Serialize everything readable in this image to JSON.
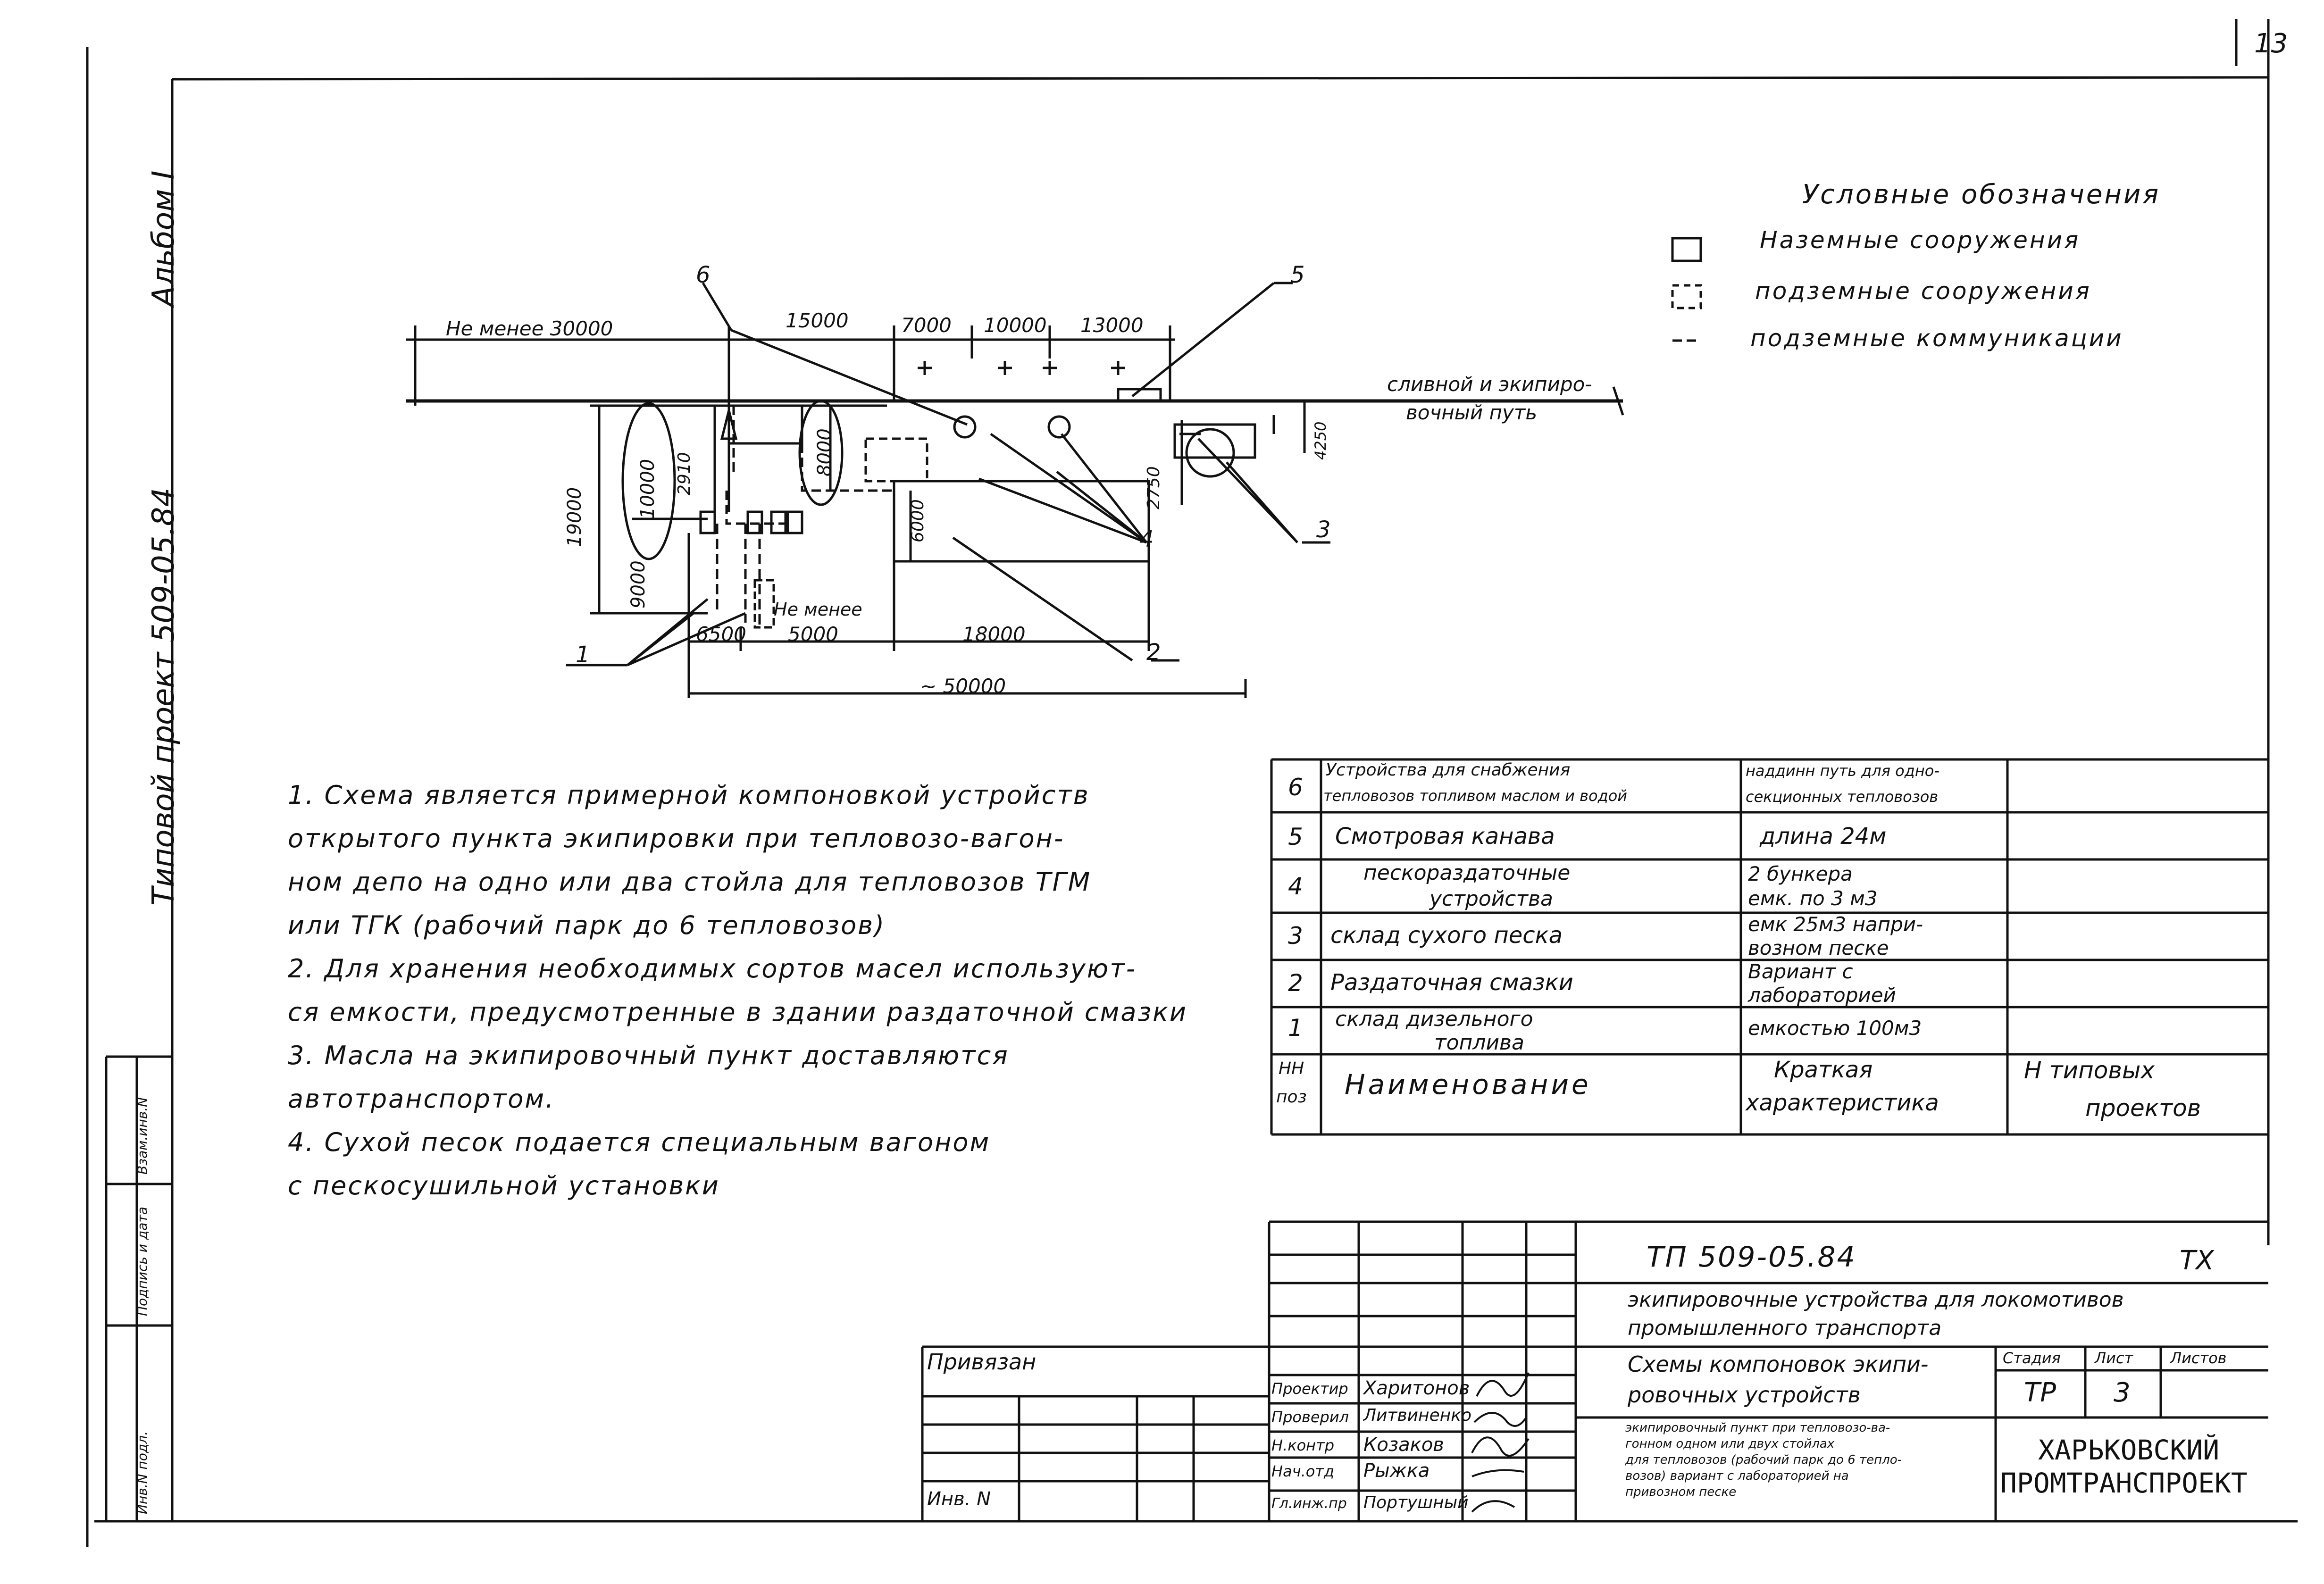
{
  "sheet": {
    "page_number": "13",
    "album_label": "Альбом I",
    "project_label": "Типовой проект 509-05.84"
  },
  "legend": {
    "title": "Условные обозначения",
    "items": [
      {
        "label": "Наземные сооружения"
      },
      {
        "label": "подземные сооружения"
      },
      {
        "label": "подземные коммуникации"
      }
    ]
  },
  "scheme": {
    "callouts": [
      "1",
      "2",
      "3",
      "4",
      "5",
      "6"
    ],
    "dims": {
      "not_less_30000": "Не менее 30000",
      "d15000": "15000",
      "d7000": "7000",
      "d10000": "10000",
      "d13000": "13000",
      "d19000": "19000",
      "d10000_oval": "10000",
      "d9000": "9000",
      "d2910": "2910",
      "d8000": "8000",
      "d6000": "6000",
      "d2750": "2750",
      "d4250": "4250",
      "d6500": "6500",
      "not_less_5000_label": "Не менее",
      "not_less_5000_value": "5000",
      "d18000": "18000",
      "approx_50000": "~ 50000"
    },
    "track_label_1": "сливной и экипиро-",
    "track_label_2": "вочный путь"
  },
  "notes": [
    "1. Схема является примерной компоновкой устройств",
    "открытого пункта экипировки при тепловозо-вагон-",
    "ном депо на одно или два стойла для тепловозов ТГМ",
    "или ТГК (рабочий парк до 6 тепловозов)",
    "2. Для хранения необходимых сортов масел используют-",
    "ся емкости, предусмотренные в здании раздаточной смазки",
    "3. Масла на экипировочный пункт доставляются",
    "автотранспортом.",
    "4. Сухой песок подается специальным вагоном",
    "с пескосушильной установки"
  ],
  "spec_table": {
    "header": {
      "pos_1": "НН",
      "pos_2": "поз",
      "name": "Наименование",
      "char_1": "Краткая",
      "char_2": "характеристика",
      "proj_1": "Н типовых",
      "proj_2": "проектов"
    },
    "rows": [
      {
        "pos": "6",
        "name_1": "Устройства для снабжения",
        "name_2": "тепловозов топливом маслом и водой",
        "char_1": "наддинн путь для одно-",
        "char_2": "секционных тепловозов",
        "proj": ""
      },
      {
        "pos": "5",
        "name_1": "Смотровая канава",
        "name_2": "",
        "char_1": "длина 24м",
        "char_2": "",
        "proj": ""
      },
      {
        "pos": "4",
        "name_1": "пескораздаточные",
        "name_2": "устройства",
        "char_1": "2 бункера",
        "char_2": "емк. по 3 м3",
        "proj": ""
      },
      {
        "pos": "3",
        "name_1": "склад сухого песка",
        "name_2": "",
        "char_1": "емк 25м3 напри-",
        "char_2": "возном песке",
        "proj": ""
      },
      {
        "pos": "2",
        "name_1": "Раздаточная смазки",
        "name_2": "",
        "char_1": "Вариант с",
        "char_2": "лабораторией",
        "proj": ""
      },
      {
        "pos": "1",
        "name_1": "склад дизельного",
        "name_2": "топлива",
        "char_1": "емкостью 100м3",
        "char_2": "",
        "proj": ""
      }
    ]
  },
  "title_block": {
    "doc_code": "ТП 509-05.84",
    "sheet_type": "ТХ",
    "subject_1": "экипировочные устройства для локомотивов",
    "subject_2": "промышленного транспорта",
    "drawing_title_1": "Схемы компоновок экипи-",
    "drawing_title_2": "ровочных устройств",
    "drawing_desc": [
      "экипировочный пункт при тепловозо-ва-",
      "гонном одном или двух стойлах",
      "для тепловозов (рабочий парк до 6 тепло-",
      "возов) вариант с лабораторией на",
      "привозном песке"
    ],
    "stage_label": "Стадия",
    "sheet_label": "Лист",
    "sheets_label": "Листов",
    "stage": "ТР",
    "sheet": "3",
    "company_1": "ХАРЬКОВСКИЙ",
    "company_2": "ПРОМТРАНСПРОЕКТ",
    "privyazan": "Привязан",
    "inv_no": "Инв. N",
    "people": [
      {
        "role": "Проектир",
        "name": "Харитонов"
      },
      {
        "role": "Проверил",
        "name": "Литвиненко"
      },
      {
        "role": "Н.контр",
        "name": "Козаков"
      },
      {
        "role": "Нач.отд",
        "name": "Рыжка"
      },
      {
        "role": "Гл.инж.пр",
        "name": "Портушный"
      }
    ]
  },
  "side_stamp": [
    "Взам.инв.N",
    "Подпись и дата",
    "Инв.N подл."
  ]
}
